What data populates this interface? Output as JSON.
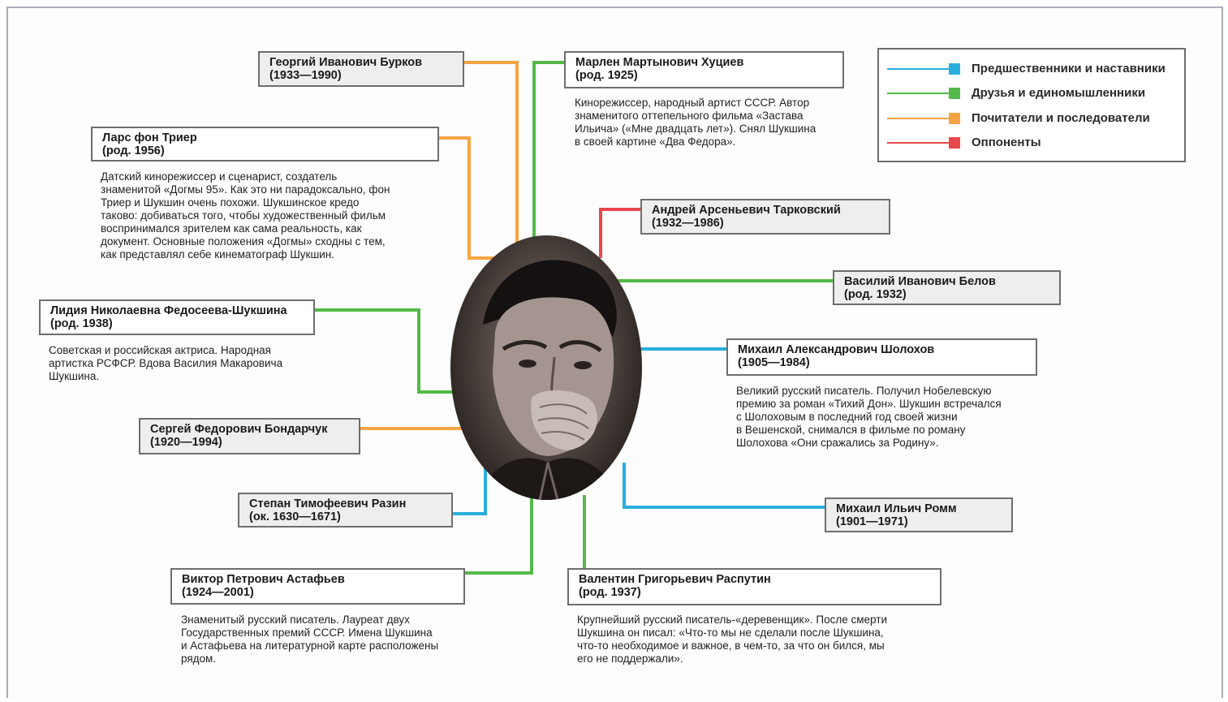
{
  "colors": {
    "predecessors": "#2aaedd",
    "friends": "#54b948",
    "admirers": "#f5a444",
    "opponents": "#e8474c"
  },
  "legend": [
    {
      "label": "Предшественники и наставники",
      "color_key": "predecessors"
    },
    {
      "label": "Друзья и единомышленники",
      "color_key": "friends"
    },
    {
      "label": "Почитатели и последователи",
      "color_key": "admirers"
    },
    {
      "label": "Оппоненты",
      "color_key": "opponents"
    }
  ],
  "center": {
    "icon": "portrait-photo"
  },
  "people": {
    "burkov": {
      "name": "Георгий Иванович Бурков",
      "dates": "(1933—1990)",
      "relation": "admirers"
    },
    "trier": {
      "name": "Ларс фон Триер",
      "dates": "(род. 1956)",
      "relation": "admirers",
      "desc": [
        "Датский кинорежиссер и сценарист, создатель",
        "знаменитой «Догмы 95». Как это ни парадоксально, фон",
        "Триер и Шукшин очень похожи. Шукшинское кредо",
        "таково: добиваться того, чтобы художественный фильм",
        "воспринимался зрителем как сама реальность, как",
        "документ. Основные положения «Догмы» сходны с тем,",
        "как представлял себе кинематограф Шукшин."
      ]
    },
    "fedoseeva": {
      "name": "Лидия Николаевна Федосеева-Шукшина",
      "dates": "(род. 1938)",
      "relation": "friends",
      "desc": [
        "Советская и российская актриса. Народная",
        "артистка РСФСР. Вдова Василия Макаровича",
        "Шукшина."
      ]
    },
    "bondarchuk": {
      "name": "Сергей Федорович Бондарчук",
      "dates": "(1920—1994)",
      "relation": "admirers"
    },
    "razin": {
      "name": "Степан Тимофеевич Разин",
      "dates": "(ок. 1630—1671)",
      "relation": "predecessors"
    },
    "astafiev": {
      "name": "Виктор Петрович Астафьев",
      "dates": "(1924—2001)",
      "relation": "friends",
      "desc": [
        "Знаменитый русский писатель. Лауреат двух",
        "Государственных премий СССР. Имена Шукшина",
        "и Астафьева на литературной карте расположены",
        "рядом."
      ]
    },
    "khutsiev": {
      "name": "Марлен Мартынович Хуциев",
      "dates": "(род. 1925)",
      "relation": "friends",
      "desc": [
        "Кинорежиссер, народный артист СССР. Автор",
        "знаменитого оттепельного фильма «Застава",
        "Ильича» («Мне двадцать лет»). Снял Шукшина",
        "в своей картине «Два Федора»."
      ]
    },
    "tarkovsky": {
      "name": "Андрей Арсеньевич Тарковский",
      "dates": "(1932—1986)",
      "relation": "opponents"
    },
    "belov": {
      "name": "Василий Иванович Белов",
      "dates": "(род. 1932)",
      "relation": "friends"
    },
    "sholokhov": {
      "name": "Михаил Александрович Шолохов",
      "dates": "(1905—1984)",
      "relation": "predecessors",
      "desc": [
        "Великий русский писатель. Получил Нобелевскую",
        "премию за роман «Тихий Дон». Шукшин встречался",
        "с Шолоховым в последний год своей жизни",
        "в Вешенской, снимался в фильме по роману",
        "Шолохова «Они сражались за Родину»."
      ]
    },
    "romm": {
      "name": "Михаил Ильич Ромм",
      "dates": "(1901—1971)",
      "relation": "predecessors"
    },
    "rasputin": {
      "name": "Валентин Григорьевич Распутин",
      "dates": "(род. 1937)",
      "relation": "friends",
      "desc": [
        "Крупнейший русский писатель-«деревенщик». После смерти",
        "Шукшина он писал: «Что-то мы не сделали после Шукшина,",
        "что-то необходимое и важное, в чем-то, за что он бился, мы",
        "его не поддержали»."
      ]
    }
  }
}
